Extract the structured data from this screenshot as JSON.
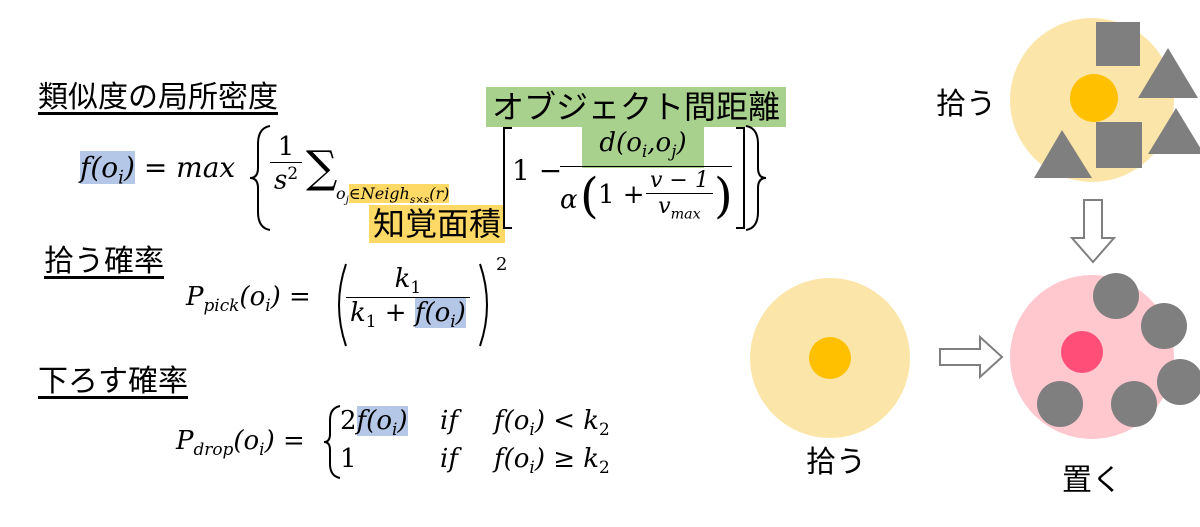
{
  "headings": {
    "local_density": "類似度の局所密度",
    "pick_probability": "拾う確率",
    "drop_probability": "下ろす確率"
  },
  "annotations": {
    "object_distance": "オブジェクト間距離",
    "perception_area": "知覚面積"
  },
  "formula_density": {
    "lhs": "f(o",
    "lhs_sub": "i",
    "lhs_close": ")",
    "eq": " = max",
    "coef_num": "1",
    "coef_den": "s",
    "coef_den_sup": "2",
    "sum_symbol": "∑",
    "sum_sub_pre": "o",
    "sum_sub_j": "j",
    "sum_sub_post": "∈Neigh",
    "sum_sub_sxs": "s×s",
    "sum_sub_r": "(r)",
    "one_minus": "1 −",
    "num": "d(o",
    "num_i": "i",
    "num_mid": ",o",
    "num_j": "j",
    "num_close": ")",
    "den_pre": "α",
    "den_paren_open": "(",
    "den_one": "1 +",
    "den_inner_num": "v − 1",
    "den_inner_den": "v",
    "den_inner_den_sub": "max",
    "den_paren_close": ")"
  },
  "formula_pick": {
    "lhs": "P",
    "lhs_sub": "pick",
    "lhs_arg": "(o",
    "lhs_arg_sub": "i",
    "lhs_arg_close": ")",
    "eq": "=",
    "num": "k",
    "num_sub": "1",
    "den_k": "k",
    "den_k_sub": "1",
    "den_plus": " + ",
    "den_f": "f(o",
    "den_f_sub": "i",
    "den_f_close": ")",
    "exp": "2"
  },
  "formula_drop": {
    "lhs": "P",
    "lhs_sub": "drop",
    "lhs_arg": "(o",
    "lhs_arg_sub": "i",
    "lhs_arg_close": ")",
    "eq": "=",
    "case1_val_pre": "2",
    "case1_val_f": "f(o",
    "case1_val_sub": "i",
    "case1_val_close": ")",
    "case1_if": "if",
    "case1_cond": "f(o",
    "case1_cond_sub": "i",
    "case1_cond_op": ") < k",
    "case1_cond_k_sub": "2",
    "case2_val": "1",
    "case2_if": "if",
    "case2_cond": "f(o",
    "case2_cond_sub": "i",
    "case2_cond_op": ") ≥ k",
    "case2_cond_k_sub": "2"
  },
  "diagram": {
    "pick_label_top": "拾う",
    "pick_label_bottom": "拾う",
    "place_label": "置く",
    "colors": {
      "perception_yellow": "#fce5a8",
      "agent_orange": "#ffc000",
      "perception_pink": "#ffc7ce",
      "agent_pink": "#ff4f79",
      "object_gray": "#7f7f7f"
    }
  }
}
